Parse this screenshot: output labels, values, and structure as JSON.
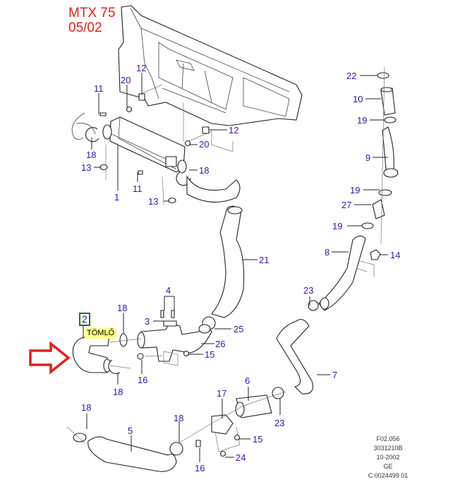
{
  "header": {
    "model": "MTX 75",
    "date": "05/02"
  },
  "selection": {
    "part_number": "2",
    "part_name": "TÖMLŐ",
    "arrow_color": "#e0201c",
    "box_color": "#1a7a1a",
    "label_bg": "#ffff80"
  },
  "callouts": [
    {
      "id": "c11a",
      "label": "11"
    },
    {
      "id": "c20a",
      "label": "20"
    },
    {
      "id": "c12a",
      "label": "12"
    },
    {
      "id": "c12b",
      "label": "12"
    },
    {
      "id": "c20b",
      "label": "20"
    },
    {
      "id": "c18a",
      "label": "18"
    },
    {
      "id": "c18b",
      "label": "18"
    },
    {
      "id": "c13a",
      "label": "13"
    },
    {
      "id": "c13b",
      "label": "13"
    },
    {
      "id": "c11b",
      "label": "11"
    },
    {
      "id": "c1",
      "label": "1"
    },
    {
      "id": "c22",
      "label": "22"
    },
    {
      "id": "c10",
      "label": "10"
    },
    {
      "id": "c19a",
      "label": "19"
    },
    {
      "id": "c9",
      "label": "9"
    },
    {
      "id": "c19b",
      "label": "19"
    },
    {
      "id": "c27",
      "label": "27"
    },
    {
      "id": "c19c",
      "label": "19"
    },
    {
      "id": "c8",
      "label": "8"
    },
    {
      "id": "c14",
      "label": "14"
    },
    {
      "id": "c21",
      "label": "21"
    },
    {
      "id": "c4",
      "label": "4"
    },
    {
      "id": "c3",
      "label": "3"
    },
    {
      "id": "c18c",
      "label": "18"
    },
    {
      "id": "c25",
      "label": "25"
    },
    {
      "id": "c26",
      "label": "26"
    },
    {
      "id": "c15a",
      "label": "15"
    },
    {
      "id": "c16a",
      "label": "16"
    },
    {
      "id": "c18d",
      "label": "18"
    },
    {
      "id": "c23a",
      "label": "23"
    },
    {
      "id": "c7",
      "label": "7"
    },
    {
      "id": "c6",
      "label": "6"
    },
    {
      "id": "c23b",
      "label": "23"
    },
    {
      "id": "c17",
      "label": "17"
    },
    {
      "id": "c18e",
      "label": "18"
    },
    {
      "id": "c5",
      "label": "5"
    },
    {
      "id": "c18f",
      "label": "18"
    },
    {
      "id": "c15b",
      "label": "15"
    },
    {
      "id": "c16b",
      "label": "16"
    },
    {
      "id": "c24",
      "label": "24"
    }
  ],
  "footer": {
    "lines": [
      "F02.056",
      "3031210B",
      "10-2002",
      "GE",
      "C 0024499 01"
    ]
  }
}
